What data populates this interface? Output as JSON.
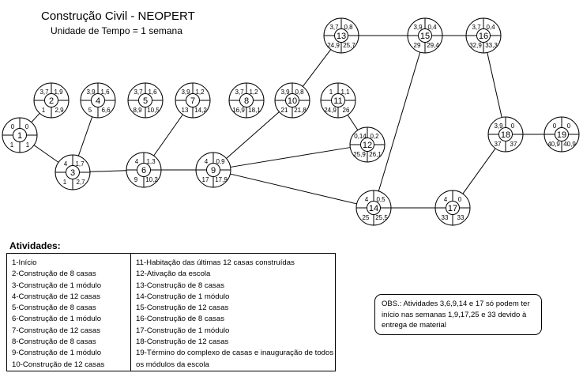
{
  "title": "Construção Civil - NEOPERT",
  "subtitle": "Unidade de Tempo = 1 semana",
  "legend": {
    "title": "Atividades:",
    "left": [
      "1-Início",
      "2-Construção de 8 casas",
      "3-Construção de 1 módulo",
      "4-Construção de 12 casas",
      "5-Construção de 8 casas",
      "6-Construção de 1 módulo",
      "7-Construção de 12 casas",
      "8-Construção de 8 casas",
      "9-Construção de 1 módulo",
      "10-Construção de 12 casas"
    ],
    "right": [
      "11-Habitação das últimas 12 casas construídas",
      "12-Ativação da escola",
      "13-Construção de 8 casas",
      "14-Construção de 1 módulo",
      "15-Construção de 12 casas",
      "16-Construção de 8 casas",
      "17-Construção de 1 módulo",
      "18-Construção de 12 casas",
      "19-Término do complexo de casas e inauguração de todos os módulos da escola"
    ]
  },
  "obs": "OBS.: Atividades 3,6,9,14 e 17 só podem ter início nas semanas 1,9,17,25 e 33 devido à entrega de material",
  "nodes": [
    {
      "id": "1",
      "tl": "0",
      "tr": "0",
      "bl": "1",
      "br": "1"
    },
    {
      "id": "2",
      "tl": "3,7",
      "tr": "1,9",
      "bl": "1",
      "br": "2,9"
    },
    {
      "id": "3",
      "tl": "4",
      "tr": "1,7",
      "bl": "1",
      "br": "2,7"
    },
    {
      "id": "4",
      "tl": "3,9",
      "tr": "1,6",
      "bl": "5",
      "br": "6,6"
    },
    {
      "id": "5",
      "tl": "3,7",
      "tr": "1,6",
      "bl": "8,9",
      "br": "10,5"
    },
    {
      "id": "6",
      "tl": "4",
      "tr": "1,3",
      "bl": "9",
      "br": "10,2"
    },
    {
      "id": "7",
      "tl": "3,9",
      "tr": "1,2",
      "bl": "13",
      "br": "14,2"
    },
    {
      "id": "8",
      "tl": "3,7",
      "tr": "1,2",
      "bl": "16,9",
      "br": "18,1"
    },
    {
      "id": "9",
      "tl": "4",
      "tr": "0,9",
      "bl": "17",
      "br": "17,9"
    },
    {
      "id": "10",
      "tl": "3,9",
      "tr": "0,8",
      "bl": "21",
      "br": "21,8"
    },
    {
      "id": "11",
      "tl": "1",
      "tr": "1,1",
      "bl": "24,9",
      "br": "26"
    },
    {
      "id": "12",
      "tl": "0,14",
      "tr": "0,2",
      "bl": "25,9",
      "br": "26,1"
    },
    {
      "id": "13",
      "tl": "3,7",
      "tr": "0,8",
      "bl": "24,9",
      "br": "25,7"
    },
    {
      "id": "14",
      "tl": "4",
      "tr": "0,5",
      "bl": "25",
      "br": "25,5"
    },
    {
      "id": "15",
      "tl": "3,9",
      "tr": "0,4",
      "bl": "29",
      "br": "29,4"
    },
    {
      "id": "16",
      "tl": "3,7",
      "tr": "0,4",
      "bl": "32,9",
      "br": "33,3"
    },
    {
      "id": "17",
      "tl": "4",
      "tr": "0",
      "bl": "33",
      "br": "33"
    },
    {
      "id": "18",
      "tl": "3,9",
      "tr": "0",
      "bl": "37",
      "br": "37"
    },
    {
      "id": "19",
      "tl": "0",
      "tr": "0",
      "bl": "40,9",
      "br": "40,9"
    }
  ],
  "edges": [
    [
      "1",
      "2"
    ],
    [
      "1",
      "3"
    ],
    [
      "3",
      "4"
    ],
    [
      "3",
      "6"
    ],
    [
      "6",
      "7"
    ],
    [
      "6",
      "9"
    ],
    [
      "9",
      "10"
    ],
    [
      "9",
      "12"
    ],
    [
      "9",
      "14"
    ],
    [
      "10",
      "13"
    ],
    [
      "11",
      "12"
    ],
    [
      "13",
      "15"
    ],
    [
      "15",
      "16"
    ],
    [
      "15",
      "14"
    ],
    [
      "14",
      "17"
    ],
    [
      "16",
      "18"
    ],
    [
      "17",
      "18"
    ],
    [
      "18",
      "19"
    ]
  ]
}
